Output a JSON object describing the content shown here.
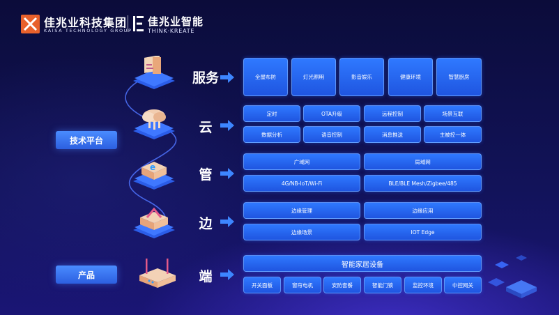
{
  "header": {
    "brand_cn": "佳兆业科技集团",
    "brand_en": "KAISA TECHNOLOGY GROUP",
    "brand2_cn": "佳兆业智能",
    "brand2_en": "THINK·KREATE",
    "accent": "#e8612c"
  },
  "side_labels": {
    "platform": "技术平台",
    "product": "产品"
  },
  "layers": {
    "service": {
      "title": "服务",
      "icon": "service-icon",
      "items": [
        "全屋布防",
        "灯光照明",
        "影音娱乐",
        "健康环境",
        "智慧厨房"
      ]
    },
    "cloud": {
      "title": "云",
      "icon": "cloud-icon",
      "row1": [
        "定时",
        "OTA升级",
        "远程控制",
        "场景互联"
      ],
      "row2": [
        "数据分析",
        "语音控制",
        "消息推送",
        "主被控一体"
      ]
    },
    "pipe": {
      "title": "管",
      "icon": "network-icon",
      "row1": [
        "广域网",
        "局域网"
      ],
      "row2": [
        "4G/NB-IoT/Wi-Fi",
        "BLE/BLE Mesh/Zigbee/485"
      ]
    },
    "edge": {
      "title": "边",
      "icon": "edge-icon",
      "row1": [
        "边缘管理",
        "边缘应用"
      ],
      "row2": [
        "边缘场景",
        "IOT Edge"
      ]
    },
    "device": {
      "title": "端",
      "icon": "router-icon",
      "header": "智能家居设备",
      "items": [
        "开关面板",
        "窗帘电机",
        "安防套餐",
        "智能门锁",
        "监控环境",
        "中控网关"
      ]
    }
  },
  "colors": {
    "box": "#2f79ff",
    "label": "#3d7cff",
    "background": "#12135a"
  }
}
